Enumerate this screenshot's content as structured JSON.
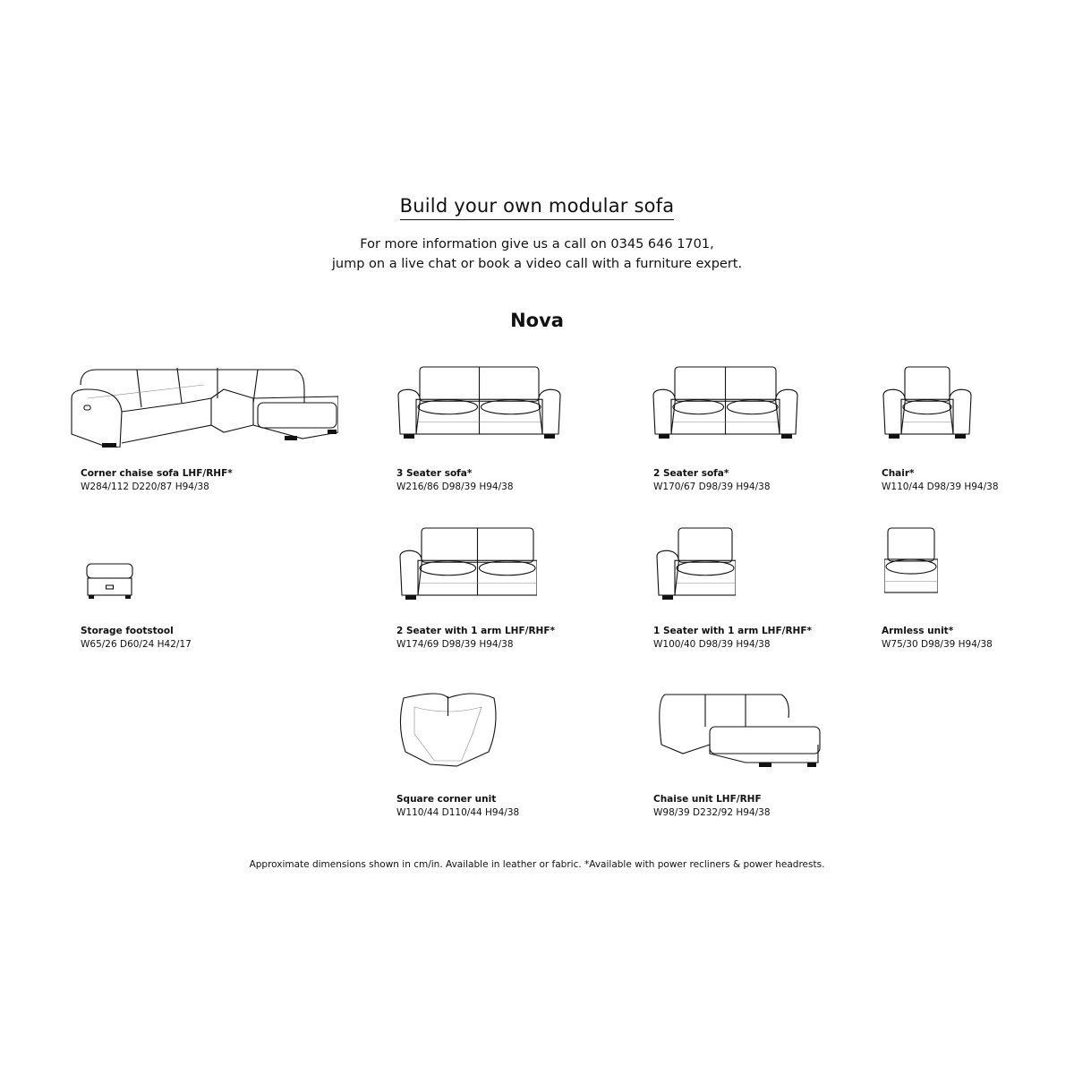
{
  "header": {
    "title": "Build your own modular sofa",
    "intro_line1": "For more information give us a call on 0345 646 1701,",
    "intro_line2": "jump on a live chat or book a video call with a furniture expert."
  },
  "range_name": "Nova",
  "items": [
    {
      "name": "Corner chaise sofa LHF/RHF*",
      "dims": "W284/112 D220/87 H94/38"
    },
    {
      "name": "3 Seater sofa*",
      "dims": "W216/86 D98/39 H94/38"
    },
    {
      "name": "2 Seater sofa*",
      "dims": "W170/67 D98/39 H94/38"
    },
    {
      "name": "Chair*",
      "dims": "W110/44 D98/39 H94/38"
    },
    {
      "name": "Storage footstool",
      "dims": "W65/26 D60/24 H42/17"
    },
    {
      "name": "2 Seater with 1 arm LHF/RHF*",
      "dims": "W174/69 D98/39 H94/38"
    },
    {
      "name": "1 Seater with 1 arm LHF/RHF*",
      "dims": "W100/40 D98/39 H94/38"
    },
    {
      "name": "Armless unit*",
      "dims": "W75/30 D98/39 H94/38"
    },
    {
      "name": "Square corner unit",
      "dims": "W110/44 D110/44 H94/38"
    },
    {
      "name": "Chaise unit LHF/RHF",
      "dims": "W98/39 D232/92 H94/38"
    }
  ],
  "footnote": "Approximate dimensions shown in cm/in. Available in leather or fabric. *Available with power recliners & power headrests."
}
